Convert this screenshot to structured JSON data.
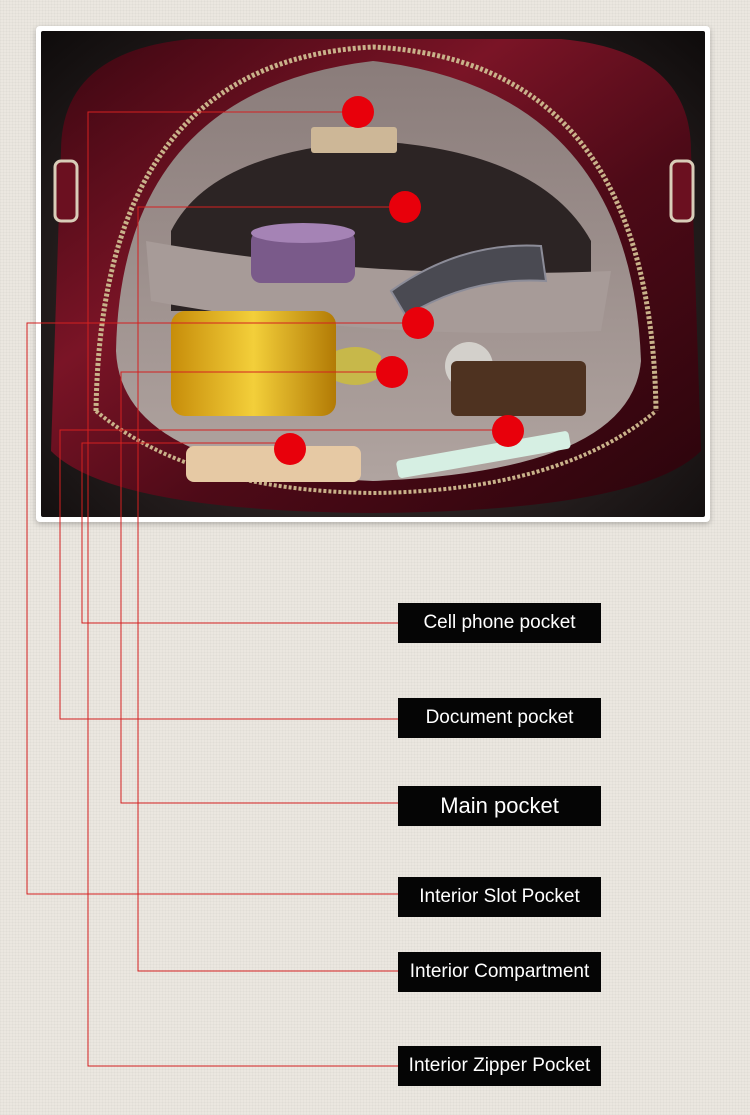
{
  "callouts": [
    {
      "id": "cell-phone-pocket",
      "label": "Cell phone pocket"
    },
    {
      "id": "document-pocket",
      "label": "Document pocket"
    },
    {
      "id": "main-pocket",
      "label": "Main pocket"
    },
    {
      "id": "interior-slot-pocket",
      "label": "Interior Slot Pocket"
    },
    {
      "id": "interior-compartment",
      "label": "Interior Compartment"
    },
    {
      "id": "interior-zipper-pocket",
      "label": "Interior Zipper Pocket"
    }
  ],
  "colors": {
    "leader_line": "#d42020",
    "marker": "#e8000b",
    "label_background": "#050505",
    "label_text": "#ffffff",
    "page_background": "#ebe7e0",
    "bag_leather": "#5c0f1e",
    "bag_lining": "#9b8f8c",
    "zipper": "#c9b28a"
  }
}
